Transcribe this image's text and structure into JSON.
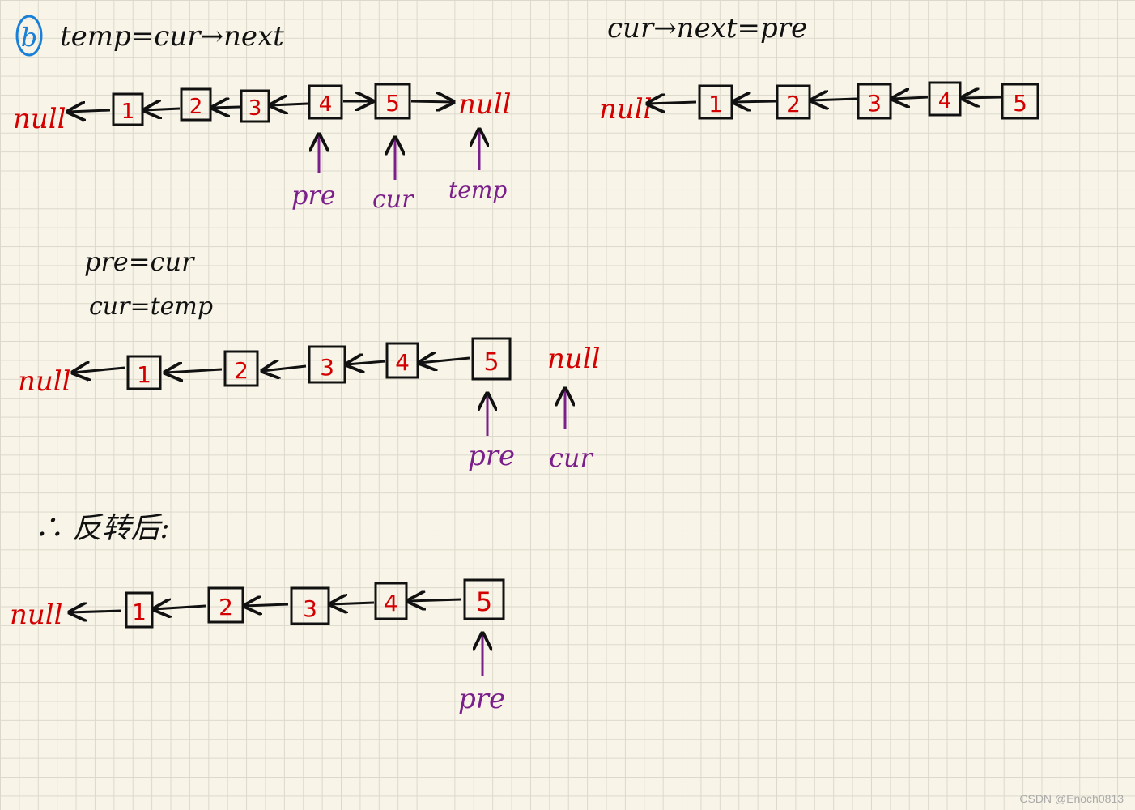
{
  "colors": {
    "ink": "#111111",
    "value": "#d40000",
    "pointer": "#7b1f8a",
    "badge": "#1a7fd6"
  },
  "step_badge": "b",
  "caption_left": "temp=cur→next",
  "caption_right": "cur→next=pre",
  "caption_mid": [
    "pre=cur",
    "cur=temp"
  ],
  "caption_result": "∴ 反转后:",
  "null_label": "null",
  "lists": [
    {
      "id": "list1",
      "nodes": [
        "1",
        "2",
        "3",
        "4",
        "5"
      ],
      "links": [
        "<",
        "<",
        "<",
        "<",
        ">",
        ">"
      ],
      "null_right": true
    },
    {
      "id": "list2",
      "nodes": [
        "1",
        "2",
        "3",
        "4",
        "5"
      ],
      "links": [
        "<",
        "<",
        "<",
        "<",
        "<"
      ],
      "null_right": false
    },
    {
      "id": "list3",
      "nodes": [
        "1",
        "2",
        "3",
        "4",
        "5"
      ],
      "links": [
        "<",
        "<",
        "<",
        "<",
        "<"
      ],
      "null_right": true
    },
    {
      "id": "list4",
      "nodes": [
        "1",
        "2",
        "3",
        "4",
        "5"
      ],
      "links": [
        "<",
        "<",
        "<",
        "<",
        "<"
      ],
      "null_right": false
    }
  ],
  "pointers": [
    {
      "label": "pre",
      "list": "list1",
      "target": "node-4"
    },
    {
      "label": "cur",
      "list": "list1",
      "target": "node-5"
    },
    {
      "label": "temp",
      "list": "list1",
      "target": "null-right"
    },
    {
      "label": "pre",
      "list": "list3",
      "target": "node-5"
    },
    {
      "label": "cur",
      "list": "list3",
      "target": "null-right"
    },
    {
      "label": "pre",
      "list": "list4",
      "target": "node-5"
    }
  ],
  "watermark": "CSDN @Enoch0813"
}
